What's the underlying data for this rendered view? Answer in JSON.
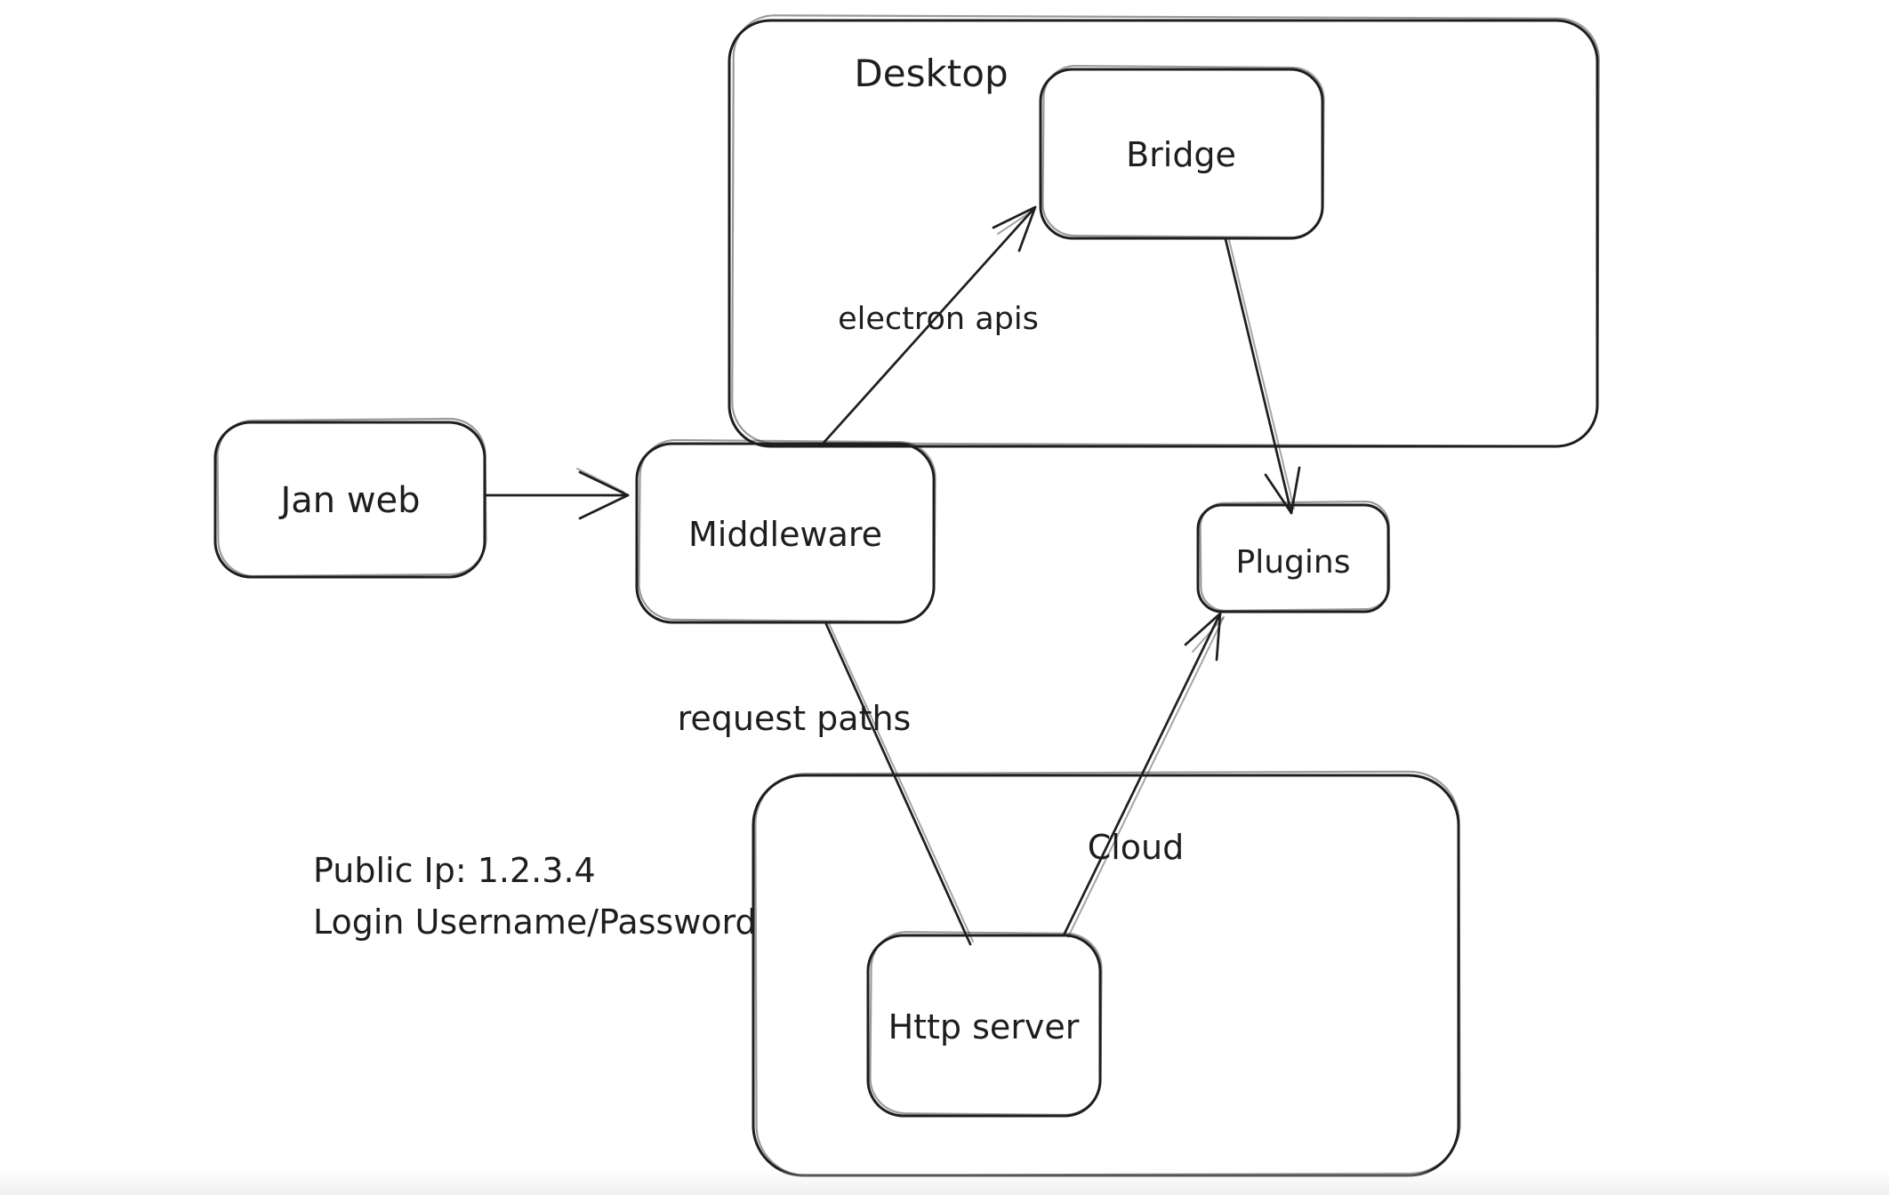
{
  "canvas": {
    "background": "#ffffff",
    "stroke_color": "#1e1e1e",
    "footer_fade_color": "#f0f0f2"
  },
  "diagram": {
    "containers": {
      "desktop": {
        "label": "Desktop"
      },
      "cloud": {
        "label": "Cloud"
      }
    },
    "nodes": {
      "jan_web": {
        "label": "Jan web"
      },
      "middleware": {
        "label": "Middleware"
      },
      "bridge": {
        "label": "Bridge"
      },
      "plugins": {
        "label": "Plugins"
      },
      "http_server": {
        "label": "Http server"
      }
    },
    "edge_labels": {
      "middleware_to_bridge": "electron apis",
      "middleware_to_http_server": "request paths"
    },
    "annotations": {
      "public_ip": "Public Ip: 1.2.3.4",
      "login": "Login Username/Password"
    }
  }
}
